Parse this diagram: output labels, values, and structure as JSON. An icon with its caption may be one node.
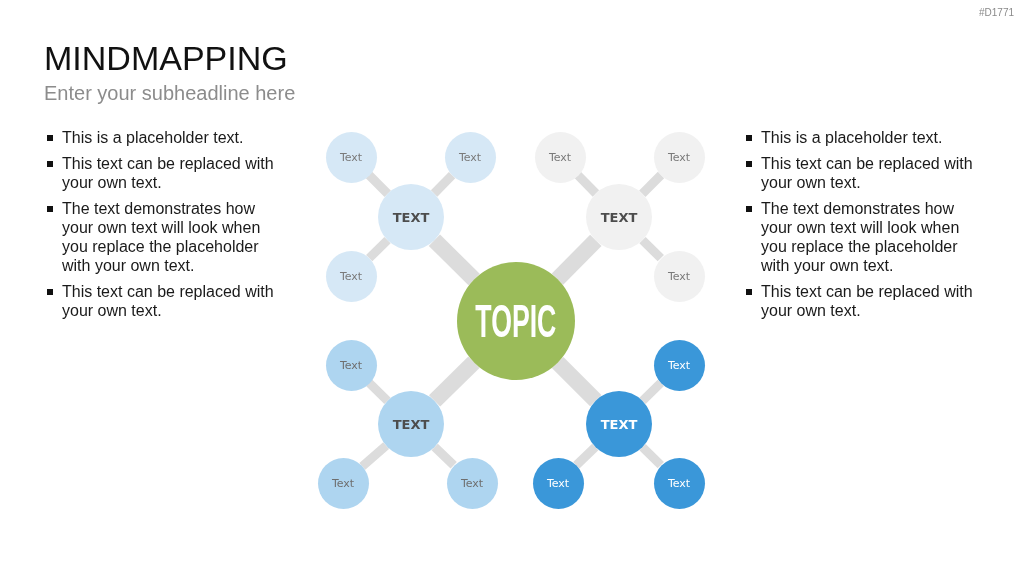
{
  "diagram": {
    "title": "MINDMAPPING",
    "nodes": [
      {
        "text": [
          "TOPIC"
        ]
      },
      {
        "text": [
          "TEXT"
        ]
      },
      {
        "text": [
          "Text"
        ]
      },
      {
        "text": [
          "Text"
        ]
      },
      {
        "text": [
          "Text"
        ]
      },
      {
        "text": [
          "TEXT"
        ]
      },
      {
        "text": [
          "Text"
        ]
      },
      {
        "text": [
          "Text"
        ]
      },
      {
        "text": [
          "Text"
        ]
      },
      {
        "text": [
          "TEXT"
        ]
      },
      {
        "text": [
          "Text"
        ]
      },
      {
        "text": [
          "Text"
        ]
      },
      {
        "text": [
          "Text"
        ]
      },
      {
        "text": [
          "TEXT"
        ]
      },
      {
        "text": [
          "Text"
        ]
      },
      {
        "text": [
          "Text"
        ]
      },
      {
        "text": [
          "Text"
        ]
      }
    ],
    "edges": [
      {
        "from": 0,
        "to": 1,
        "arrow": "none"
      },
      {
        "from": 1,
        "to": 2,
        "arrow": "none"
      },
      {
        "from": 1,
        "to": 3,
        "arrow": "none"
      },
      {
        "from": 1,
        "to": 4,
        "arrow": "none"
      },
      {
        "from": 0,
        "to": 5,
        "arrow": "none"
      },
      {
        "from": 5,
        "to": 6,
        "arrow": "none"
      },
      {
        "from": 5,
        "to": 7,
        "arrow": "none"
      },
      {
        "from": 5,
        "to": 8,
        "arrow": "none"
      },
      {
        "from": 0,
        "to": 9,
        "arrow": "none"
      },
      {
        "from": 9,
        "to": 10,
        "arrow": "none"
      },
      {
        "from": 9,
        "to": 11,
        "arrow": "none"
      },
      {
        "from": 9,
        "to": 12,
        "arrow": "none"
      },
      {
        "from": 0,
        "to": 13,
        "arrow": "none"
      },
      {
        "from": 13,
        "to": 14,
        "arrow": "none"
      },
      {
        "from": 13,
        "to": 15,
        "arrow": "none"
      },
      {
        "from": 13,
        "to": 16,
        "arrow": "none"
      }
    ],
    "labels": [
      "#D1771",
      "Enter your subheadline here",
      "This is a placeholder text.",
      "This text can be replaced with your own text.",
      "The text demonstrates how your own text will look when you replace the placeholder with your own text.",
      "This text can be replaced with your own text.",
      "This is a placeholder text.",
      "This text can be replaced with your own text.",
      "The text demonstrates how your own text will look when you replace the placeholder with your own text.",
      "This text can be replaced with your own text."
    ]
  }
}
